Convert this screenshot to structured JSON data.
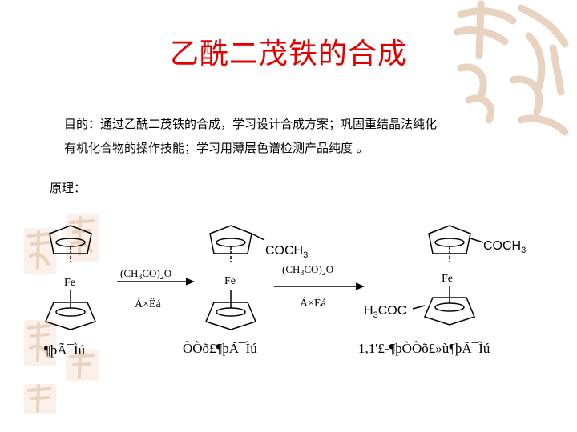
{
  "slide": {
    "title": "乙酰二茂铁的合成",
    "purpose_line1": "目的：通过乙酰二茂铁的合成，学习设计合成方案；巩固重结晶法纯化",
    "purpose_line2": "有机化合物的操作技能；学习用薄层色谱检测产品纯度 。",
    "principle_label": "原理："
  },
  "scheme": {
    "fe_label": "Fe",
    "acyl_group": "COCH",
    "acyl_sub": "3",
    "acyl_left_h": "H",
    "acyl_left_sub": "3",
    "acyl_left_rest": "COC",
    "reagent1": {
      "a": "(CH",
      "b": "3",
      "c": "CO)",
      "d": "2",
      "e": "O"
    },
    "reagent2": {
      "a": "(CH",
      "b": "3",
      "c": "CO)",
      "d": "2",
      "e": "O"
    },
    "cond1": "Á×Ëá",
    "cond2": "Á×Ëá",
    "name_reactant": "¶þÃ¯Ìú",
    "name_product1": "ÒÒõ£¶þÃ¯Ìú",
    "name_product2": "1,1'£-¶þÒÒõ£»ù¶þÃ¯Ìú"
  },
  "colors": {
    "title": "#e10000",
    "decoration": "#e8d2c0",
    "decoration_dark": "#d9bba4"
  }
}
